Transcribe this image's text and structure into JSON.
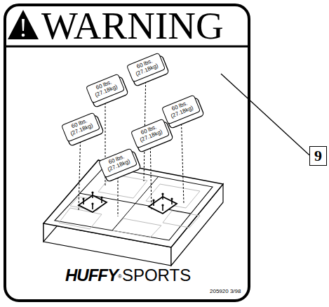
{
  "diagram": {
    "nodes": [
      {
        "text": [
          "WARNING",
          "HUFFY",
          "®",
          "SPORTS",
          "205920 3/98"
        ]
      },
      {
        "text": [
          "60 lbs. (27.18kg)"
        ],
        "in": 0
      },
      {
        "text": [
          "60 lbs. (27.18kg)"
        ],
        "in": 0
      },
      {
        "text": [
          "60 lbs. (27.18kg)"
        ],
        "in": 0
      },
      {
        "text": [
          "60 lbs. (27.18kg)"
        ],
        "in": 0
      },
      {
        "text": [
          "60 lbs. (27.18kg)"
        ],
        "in": 0
      },
      {
        "text": [
          "60 lbs. (27.18kg)"
        ],
        "in": 0
      },
      {
        "text": [
          "9"
        ]
      }
    ],
    "edges": [
      {
        "from": 7,
        "to": 0,
        "arrow": "none"
      }
    ]
  }
}
